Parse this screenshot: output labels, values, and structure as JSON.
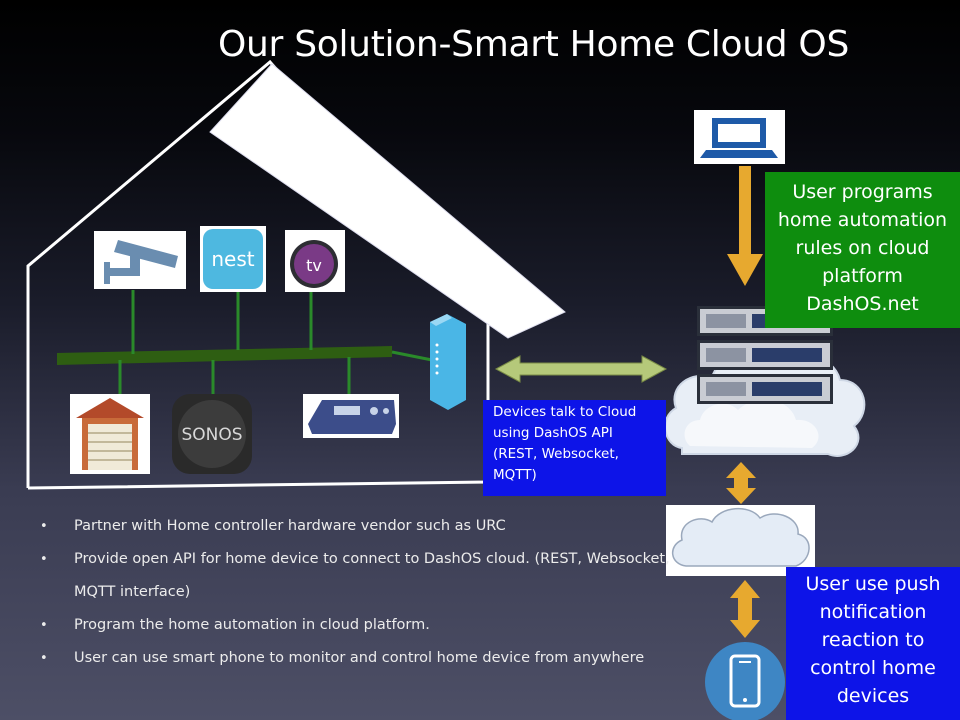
{
  "slide": {
    "title": "Our Solution-Smart Home Cloud OS"
  },
  "notes": {
    "cloud_platform": "User programs home automation rules on cloud platform DashOS.net",
    "devices_talk": "Devices talk to Cloud using DashOS API (REST, Websocket, MQTT)",
    "push_notification": "User use push notification reaction to control home devices"
  },
  "devices": {
    "nest_label": "nest",
    "tv_label": "tv",
    "sonos_label": "SONOS"
  },
  "bullets": [
    "Partner with Home controller hardware vendor such as URC",
    "Provide open API for home device to connect to  DashOS cloud. (REST, Websocket, MQTT interface)",
    "Program the home automation in cloud platform.",
    "User can use smart phone to monitor and control home device from anywhere"
  ],
  "colors": {
    "green_note": "#0e8d0e",
    "blue_note": "#0d14e8",
    "arrow_gold": "#e7a92f",
    "arrow_green": "#b5c97a",
    "bus_green": "#2e5e12"
  },
  "icons": [
    "computer-icon",
    "server-rack-icon",
    "cloud-icon",
    "smartphone-icon",
    "security-camera-icon",
    "nest-icon",
    "apple-tv-icon",
    "garage-icon",
    "sonos-icon",
    "remote-controller-icon",
    "router-icon"
  ]
}
